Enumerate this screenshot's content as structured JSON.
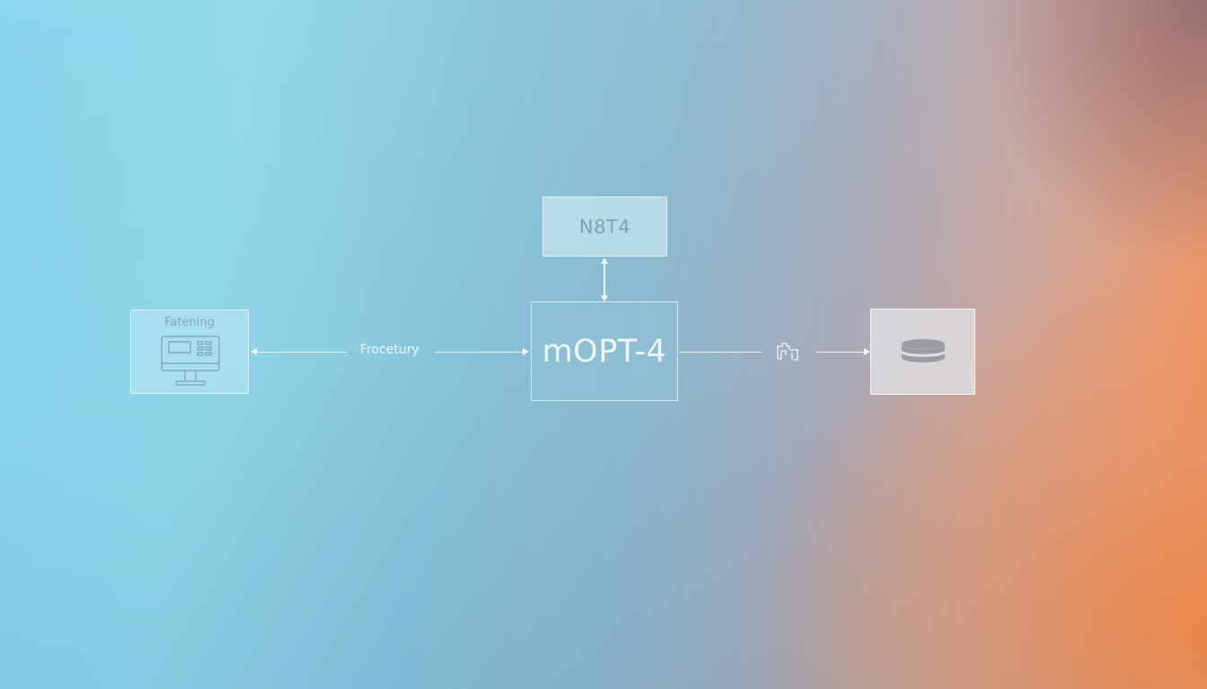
{
  "diagram": {
    "nodes": {
      "top": {
        "label": "N8T4"
      },
      "left": {
        "label": "Fatening",
        "icon": "monitor-icon"
      },
      "center": {
        "label": "mOPT-4"
      },
      "right": {
        "label": "",
        "icon": "database-icon"
      }
    },
    "edges": [
      {
        "from": "center",
        "to": "left",
        "label": "Frocetury",
        "direction": "bidirectional-left"
      },
      {
        "from": "center",
        "to": "top",
        "label": "",
        "direction": "bidirectional"
      },
      {
        "from": "center",
        "to": "right",
        "label": "",
        "icon": "document-transfer-icon",
        "direction": "right"
      }
    ]
  },
  "colors": {
    "background_left": "#8fd6ea",
    "background_mid": "#8fb7cc",
    "background_right": "#f58c4e",
    "background_top_right": "#8c6a72",
    "line": "#f5fcff",
    "top_node_text": "#7ba5b8",
    "center_node_text": "#eef7fa"
  }
}
